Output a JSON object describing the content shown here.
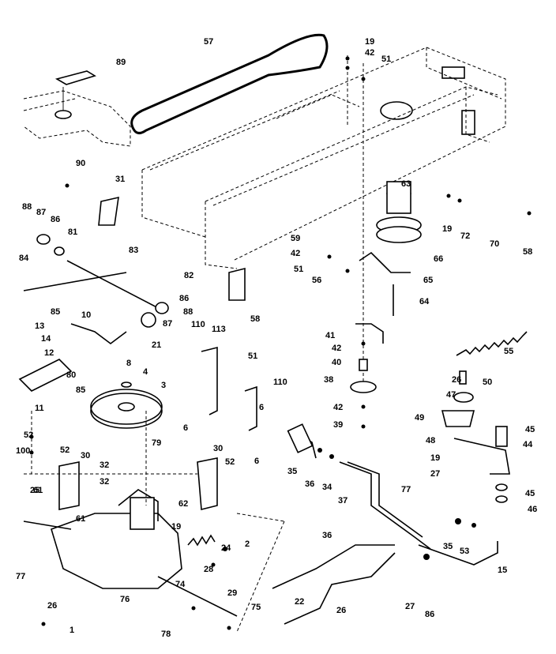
{
  "diagram": {
    "labels": [
      "89",
      "57",
      "19",
      "42",
      "51",
      "90",
      "31",
      "63",
      "19",
      "72",
      "70",
      "58",
      "88",
      "87",
      "86",
      "81",
      "83",
      "82",
      "59",
      "42",
      "51",
      "56",
      "66",
      "65",
      "64",
      "84",
      "85",
      "86",
      "88",
      "87",
      "58",
      "21",
      "10",
      "8",
      "110",
      "113",
      "51",
      "13",
      "14",
      "12",
      "80",
      "85",
      "4",
      "3",
      "6",
      "110",
      "6",
      "6",
      "11",
      "55",
      "41",
      "42",
      "40",
      "38",
      "42",
      "39",
      "26",
      "50",
      "47",
      "49",
      "45",
      "44",
      "48",
      "19",
      "27",
      "45",
      "46",
      "52",
      "100",
      "52",
      "30",
      "32",
      "32",
      "30",
      "52",
      "79",
      "61",
      "61",
      "62",
      "35",
      "36",
      "34",
      "37",
      "77",
      "25",
      "19",
      "24",
      "2",
      "28",
      "36",
      "35",
      "53",
      "15",
      "77",
      "74",
      "29",
      "22",
      "26",
      "27",
      "86",
      "26",
      "1",
      "76",
      "75",
      "78"
    ]
  }
}
